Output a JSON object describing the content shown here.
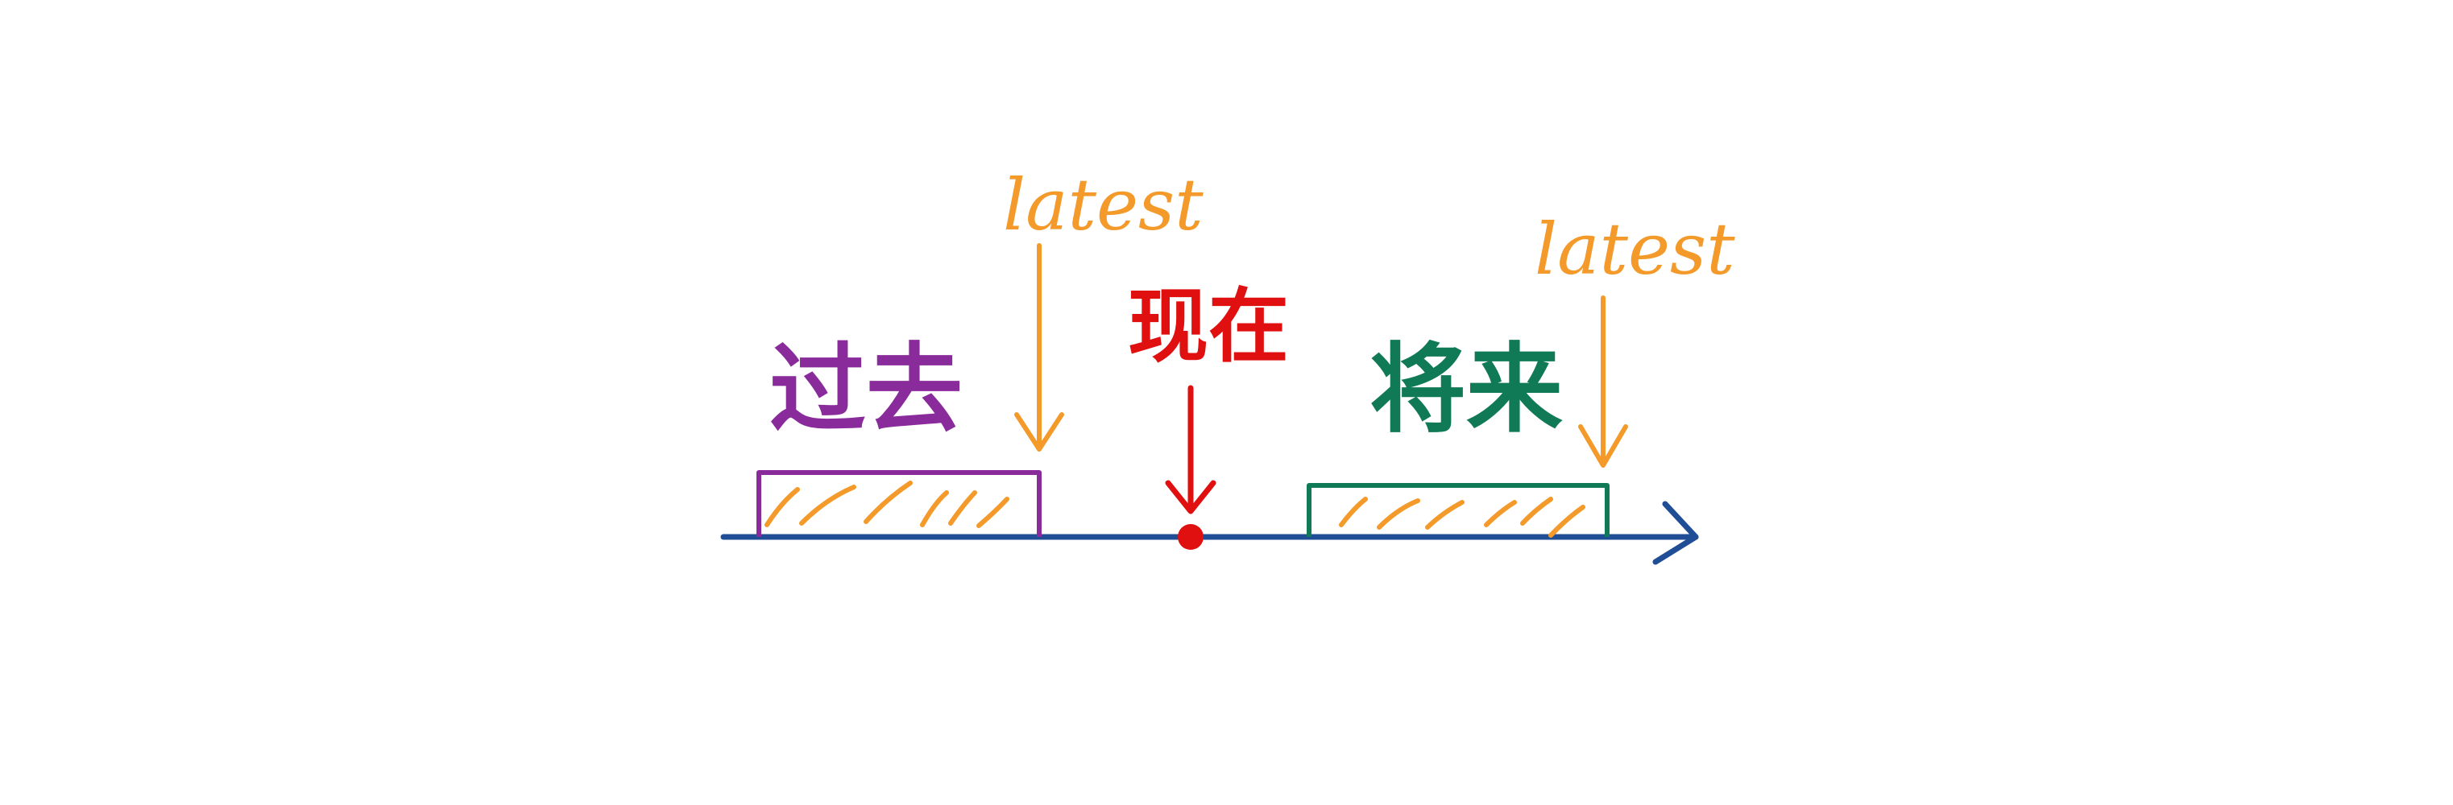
{
  "labels": {
    "past": "过去",
    "now": "现在",
    "future": "将来",
    "latest_past": "latest",
    "latest_future": "latest"
  },
  "colors": {
    "axis": "#1f4e96",
    "past": "#8a2b9c",
    "now": "#e01010",
    "future": "#0f7a55",
    "latest": "#f39a2b",
    "hatch": "#f39a2b"
  },
  "diagram": {
    "elements": [
      "timeline-axis",
      "past-interval",
      "now-point",
      "future-interval"
    ]
  }
}
